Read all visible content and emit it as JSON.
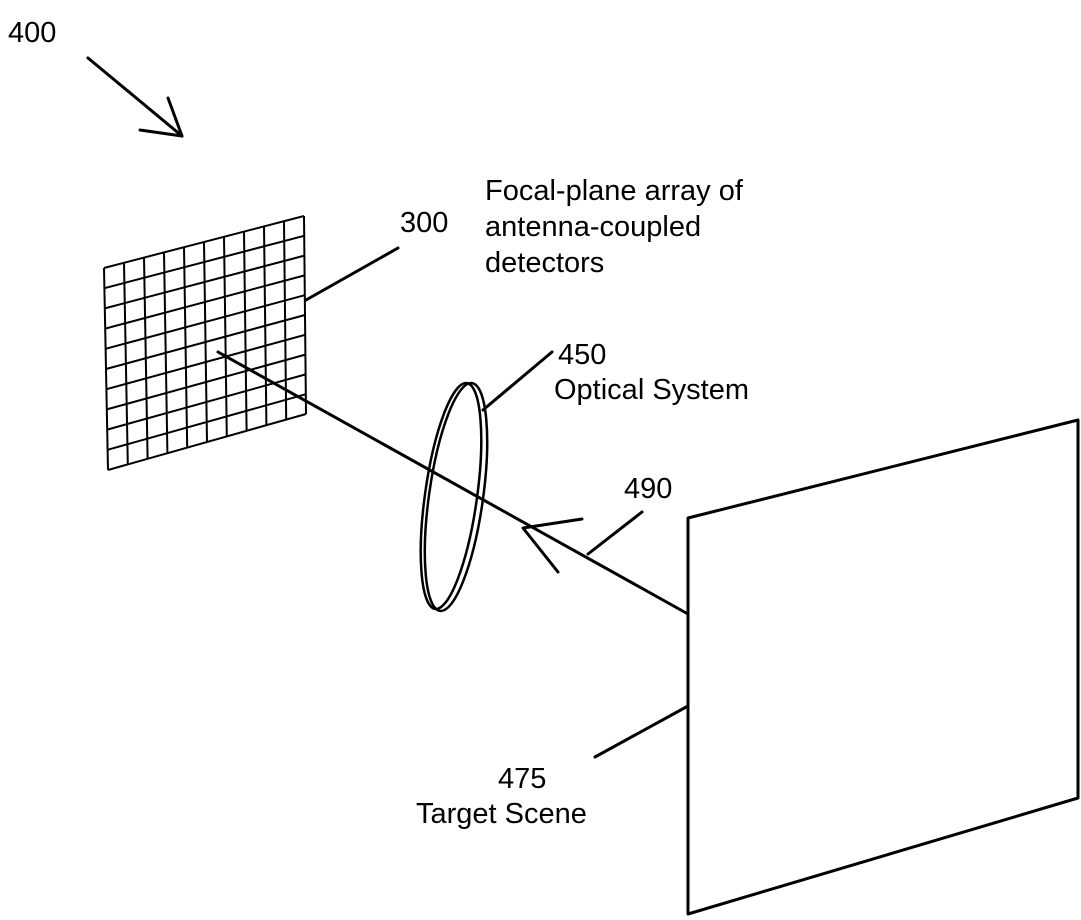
{
  "figure_number": "400",
  "components": {
    "focal_plane_array": {
      "ref": "300",
      "description_lines": [
        "Focal-plane array of",
        "antenna-coupled",
        "detectors"
      ]
    },
    "optical_system": {
      "ref": "450",
      "label": "Optical System"
    },
    "ray": {
      "ref": "490"
    },
    "target_scene": {
      "ref": "475",
      "label": "Target Scene"
    }
  }
}
